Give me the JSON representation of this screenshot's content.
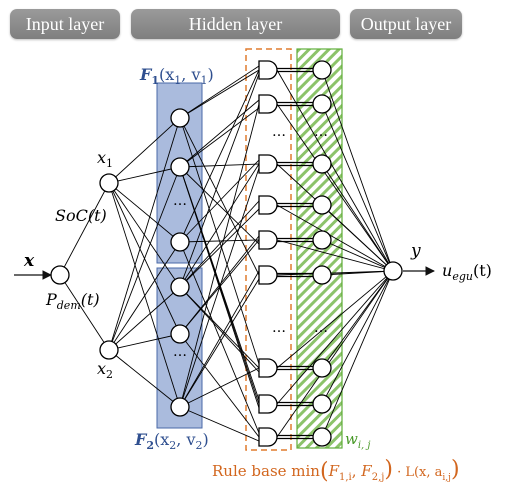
{
  "headers": {
    "input": "Input layer",
    "hidden": "Hidden layer",
    "output": "Output layer"
  },
  "labels": {
    "x": "x",
    "x1": "x",
    "x1_sub": "1",
    "x2": "x",
    "x2_sub": "2",
    "soc": "SoC(t)",
    "pdem": "P",
    "pdem_sub": "dem",
    "pdem_tail": "(t)",
    "y": "y",
    "uegu": "u",
    "uegu_sub": "egu",
    "uegu_tail": "(t)",
    "f1": "F",
    "f1_sub": "1",
    "f1_args": "(x",
    "f1_args_sub": "1",
    "f1_args_mid": ", v",
    "f1_args_sub2": "1",
    "f1_args_end": ")",
    "f2": "F",
    "f2_sub": "2",
    "f2_args": "(x",
    "f2_args_sub": "2",
    "f2_args_mid": ", v",
    "f2_args_sub2": "2",
    "f2_args_end": ")",
    "w": "w",
    "w_sub": "i, j",
    "rule_base": "Rule base min",
    "rule_open": "(",
    "rule_f1": "F",
    "rule_f1_sub": "1,i",
    "rule_comma": ", ",
    "rule_f2": "F",
    "rule_f2_sub": "2,j",
    "rule_close": ")",
    "rule_dot": " · L(x, a",
    "rule_a_sub": "i,j",
    "rule_end": ")",
    "ellipsis": "…"
  },
  "colors": {
    "header_bg": "#8c8c8c",
    "fuzzy_fill": "#aabbdd",
    "fuzzy_stroke": "#4a6aa8",
    "rule_box": "#e07b2e",
    "weight_green": "#5fae3a",
    "label_blue": "#2f4f8f",
    "label_orange": "#d2661e",
    "label_green": "#4a9a2a"
  }
}
